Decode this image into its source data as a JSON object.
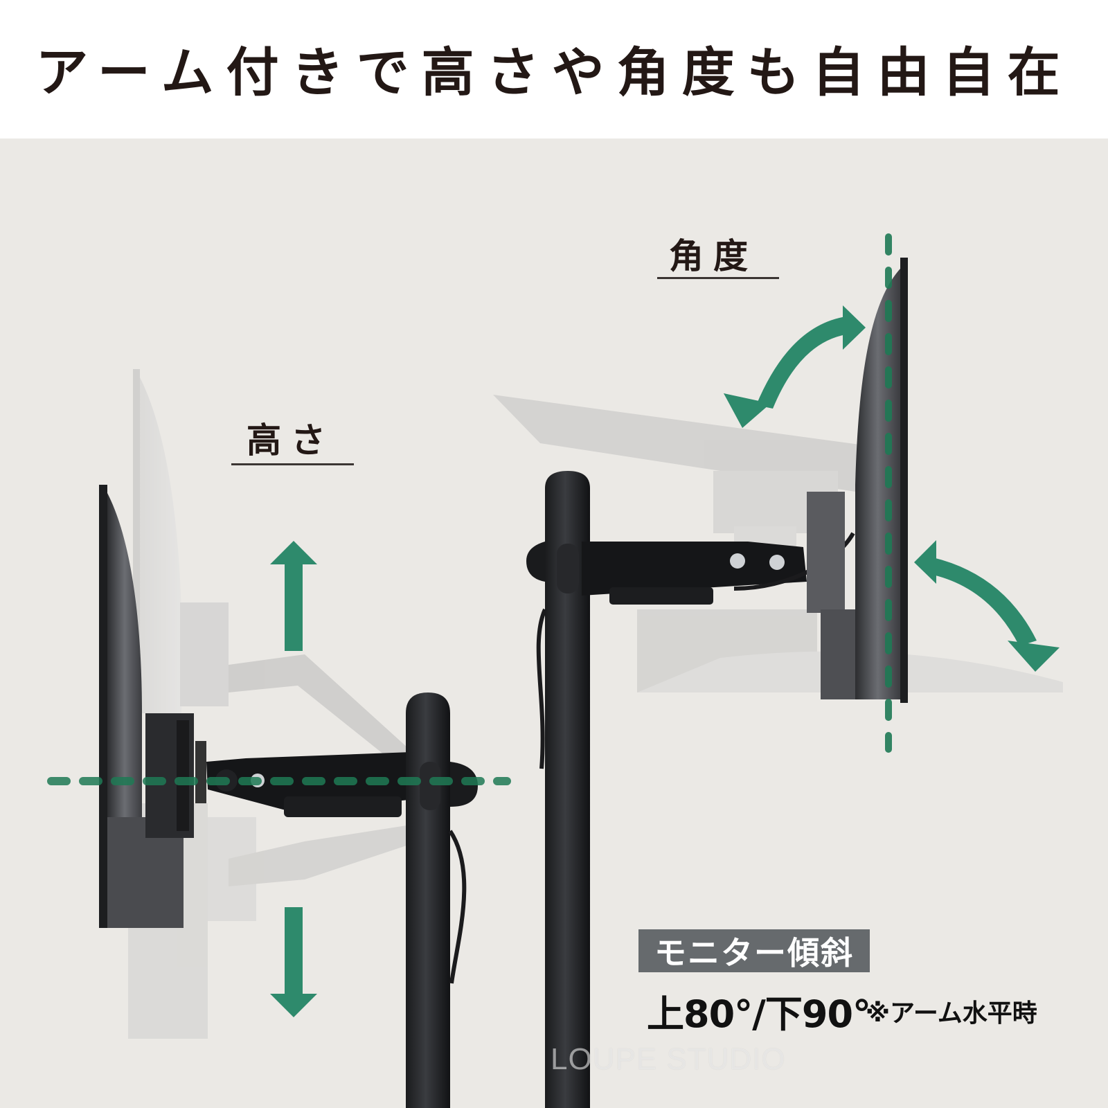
{
  "header": {
    "title": "アーム付きで高さや角度も自由自在"
  },
  "labels": {
    "height": "高さ",
    "angle": "角度"
  },
  "spec": {
    "badge": "モニター傾斜",
    "range": "上80°/下90°",
    "note": "※アーム水平時"
  },
  "watermark": "LOUPE STUDIO",
  "icons": {
    "up_arrow": "arrow-up-icon",
    "down_arrow": "arrow-down-icon",
    "tilt_arrow_upper": "curved-double-arrow-icon",
    "tilt_arrow_lower": "curved-double-arrow-icon"
  },
  "colors": {
    "header_bg": "#ffffff",
    "panel_bg": "#ebe9e5",
    "accent_green": "#2e8a6c",
    "guide_green": "#1f7a55",
    "title_text": "#231815",
    "badge_bg": "#666a6d"
  }
}
